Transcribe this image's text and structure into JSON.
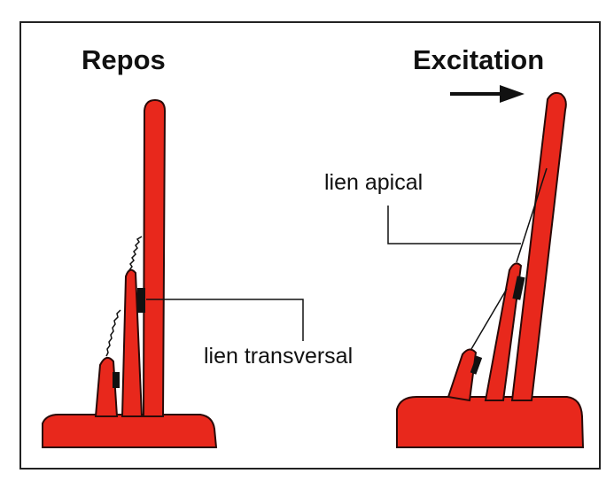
{
  "titles": {
    "rest": "Repos",
    "excited": "Excitation"
  },
  "labels": {
    "apical": "lien apical",
    "transversal": "lien transversal"
  },
  "colors": {
    "stereocilia": "#e8281c",
    "outline": "#2a0a08",
    "link": "#111111",
    "frame": "#222222"
  },
  "icons": {
    "direction": "arrow-right-icon"
  }
}
